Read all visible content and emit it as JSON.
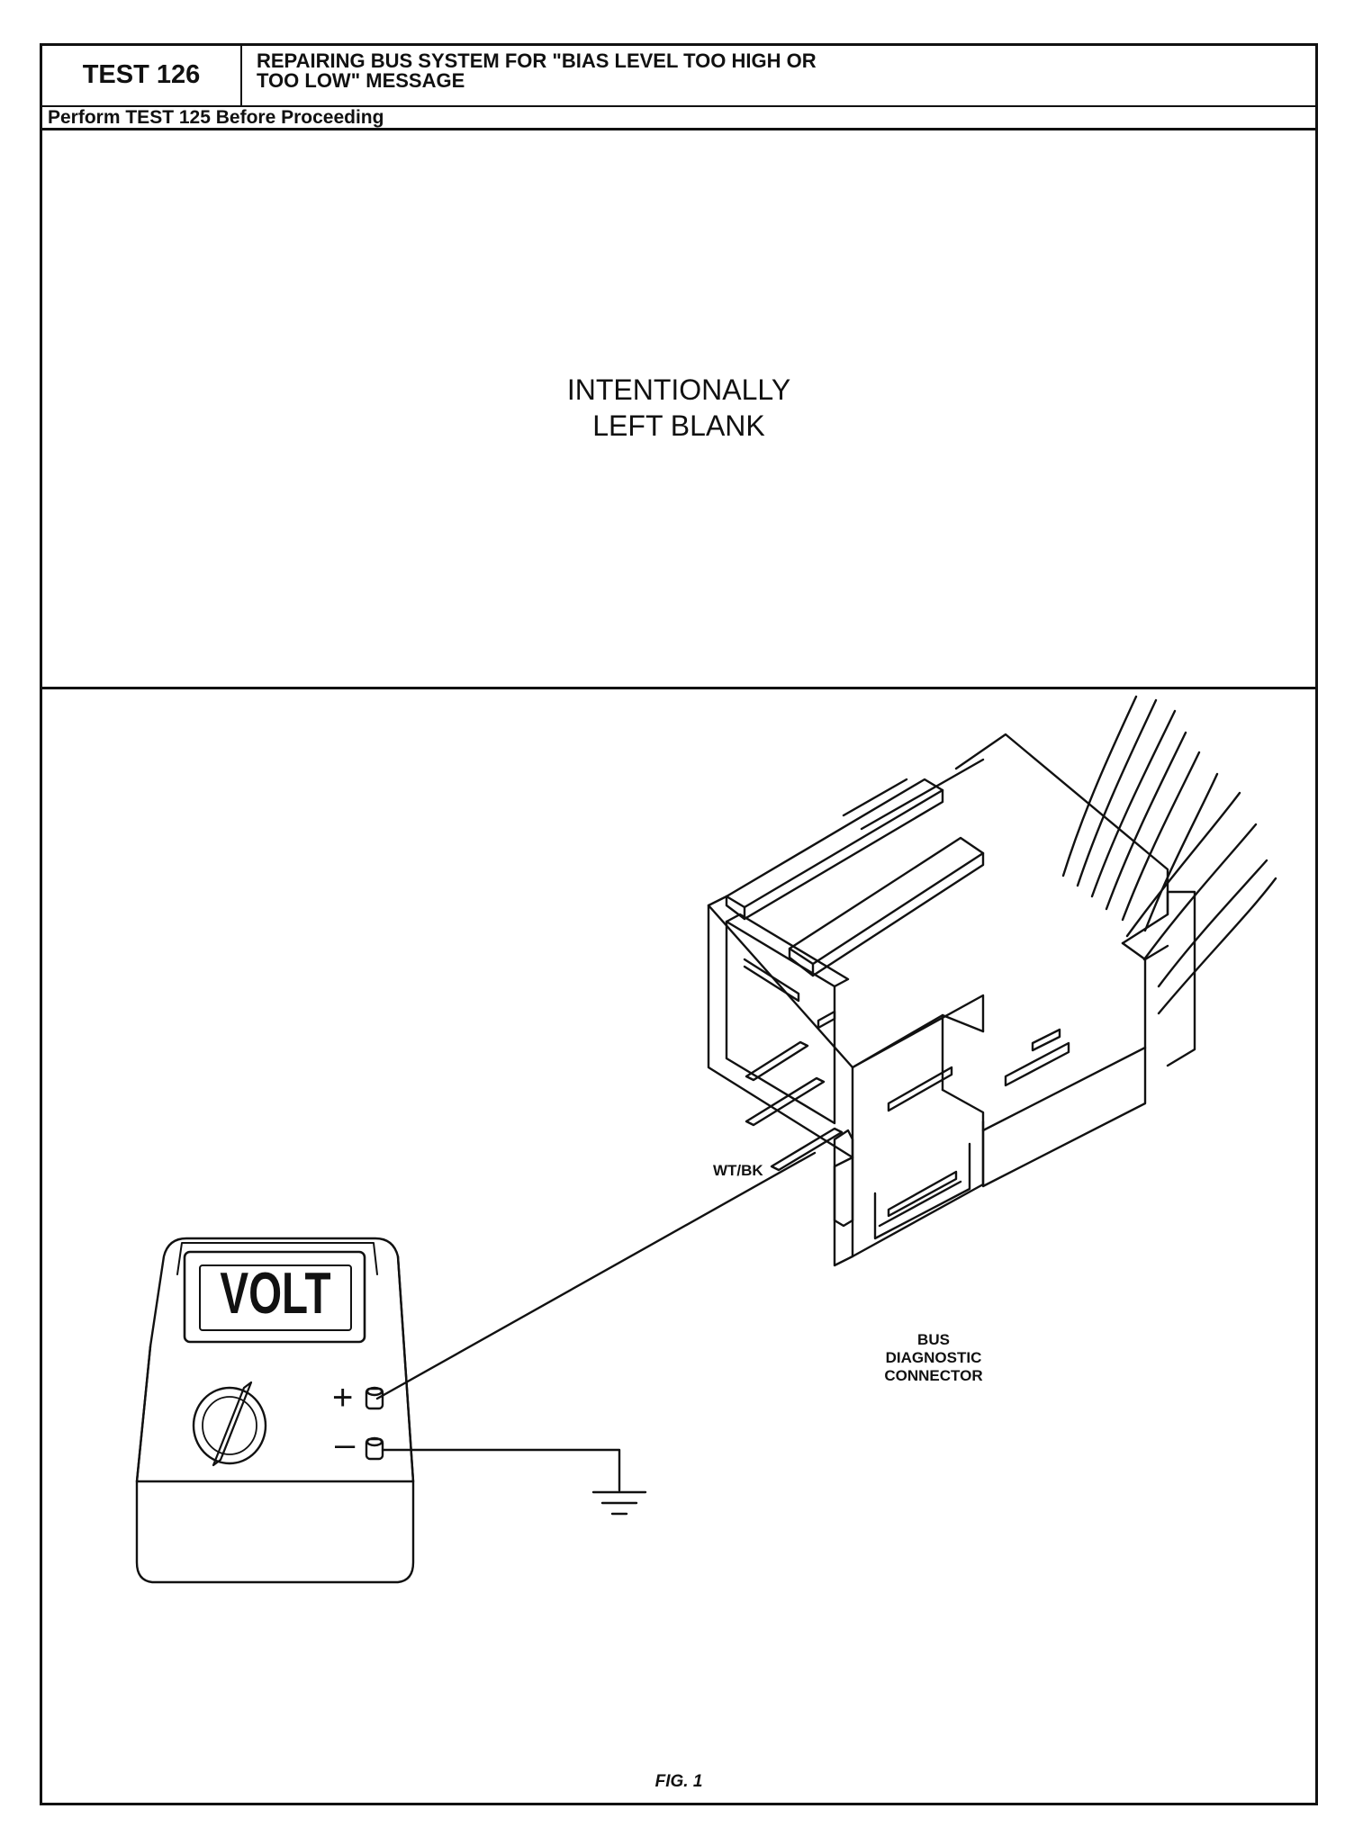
{
  "header": {
    "test_id": "TEST 126",
    "title": "REPAIRING BUS SYSTEM FOR \"BIAS LEVEL TOO HIGH OR\nTOO LOW\" MESSAGE",
    "prerequisite": "Perform TEST 125 Before Proceeding"
  },
  "blank_panel": {
    "text": "INTENTIONALLY\nLEFT BLANK"
  },
  "figure": {
    "meter_display": "VOLT",
    "plus_sign": "+",
    "minus_sign": "–",
    "wire_label": "WT/BK",
    "connector_label": "BUS\nDIAGNOSTIC\nCONNECTOR",
    "caption": "FIG. 1"
  }
}
